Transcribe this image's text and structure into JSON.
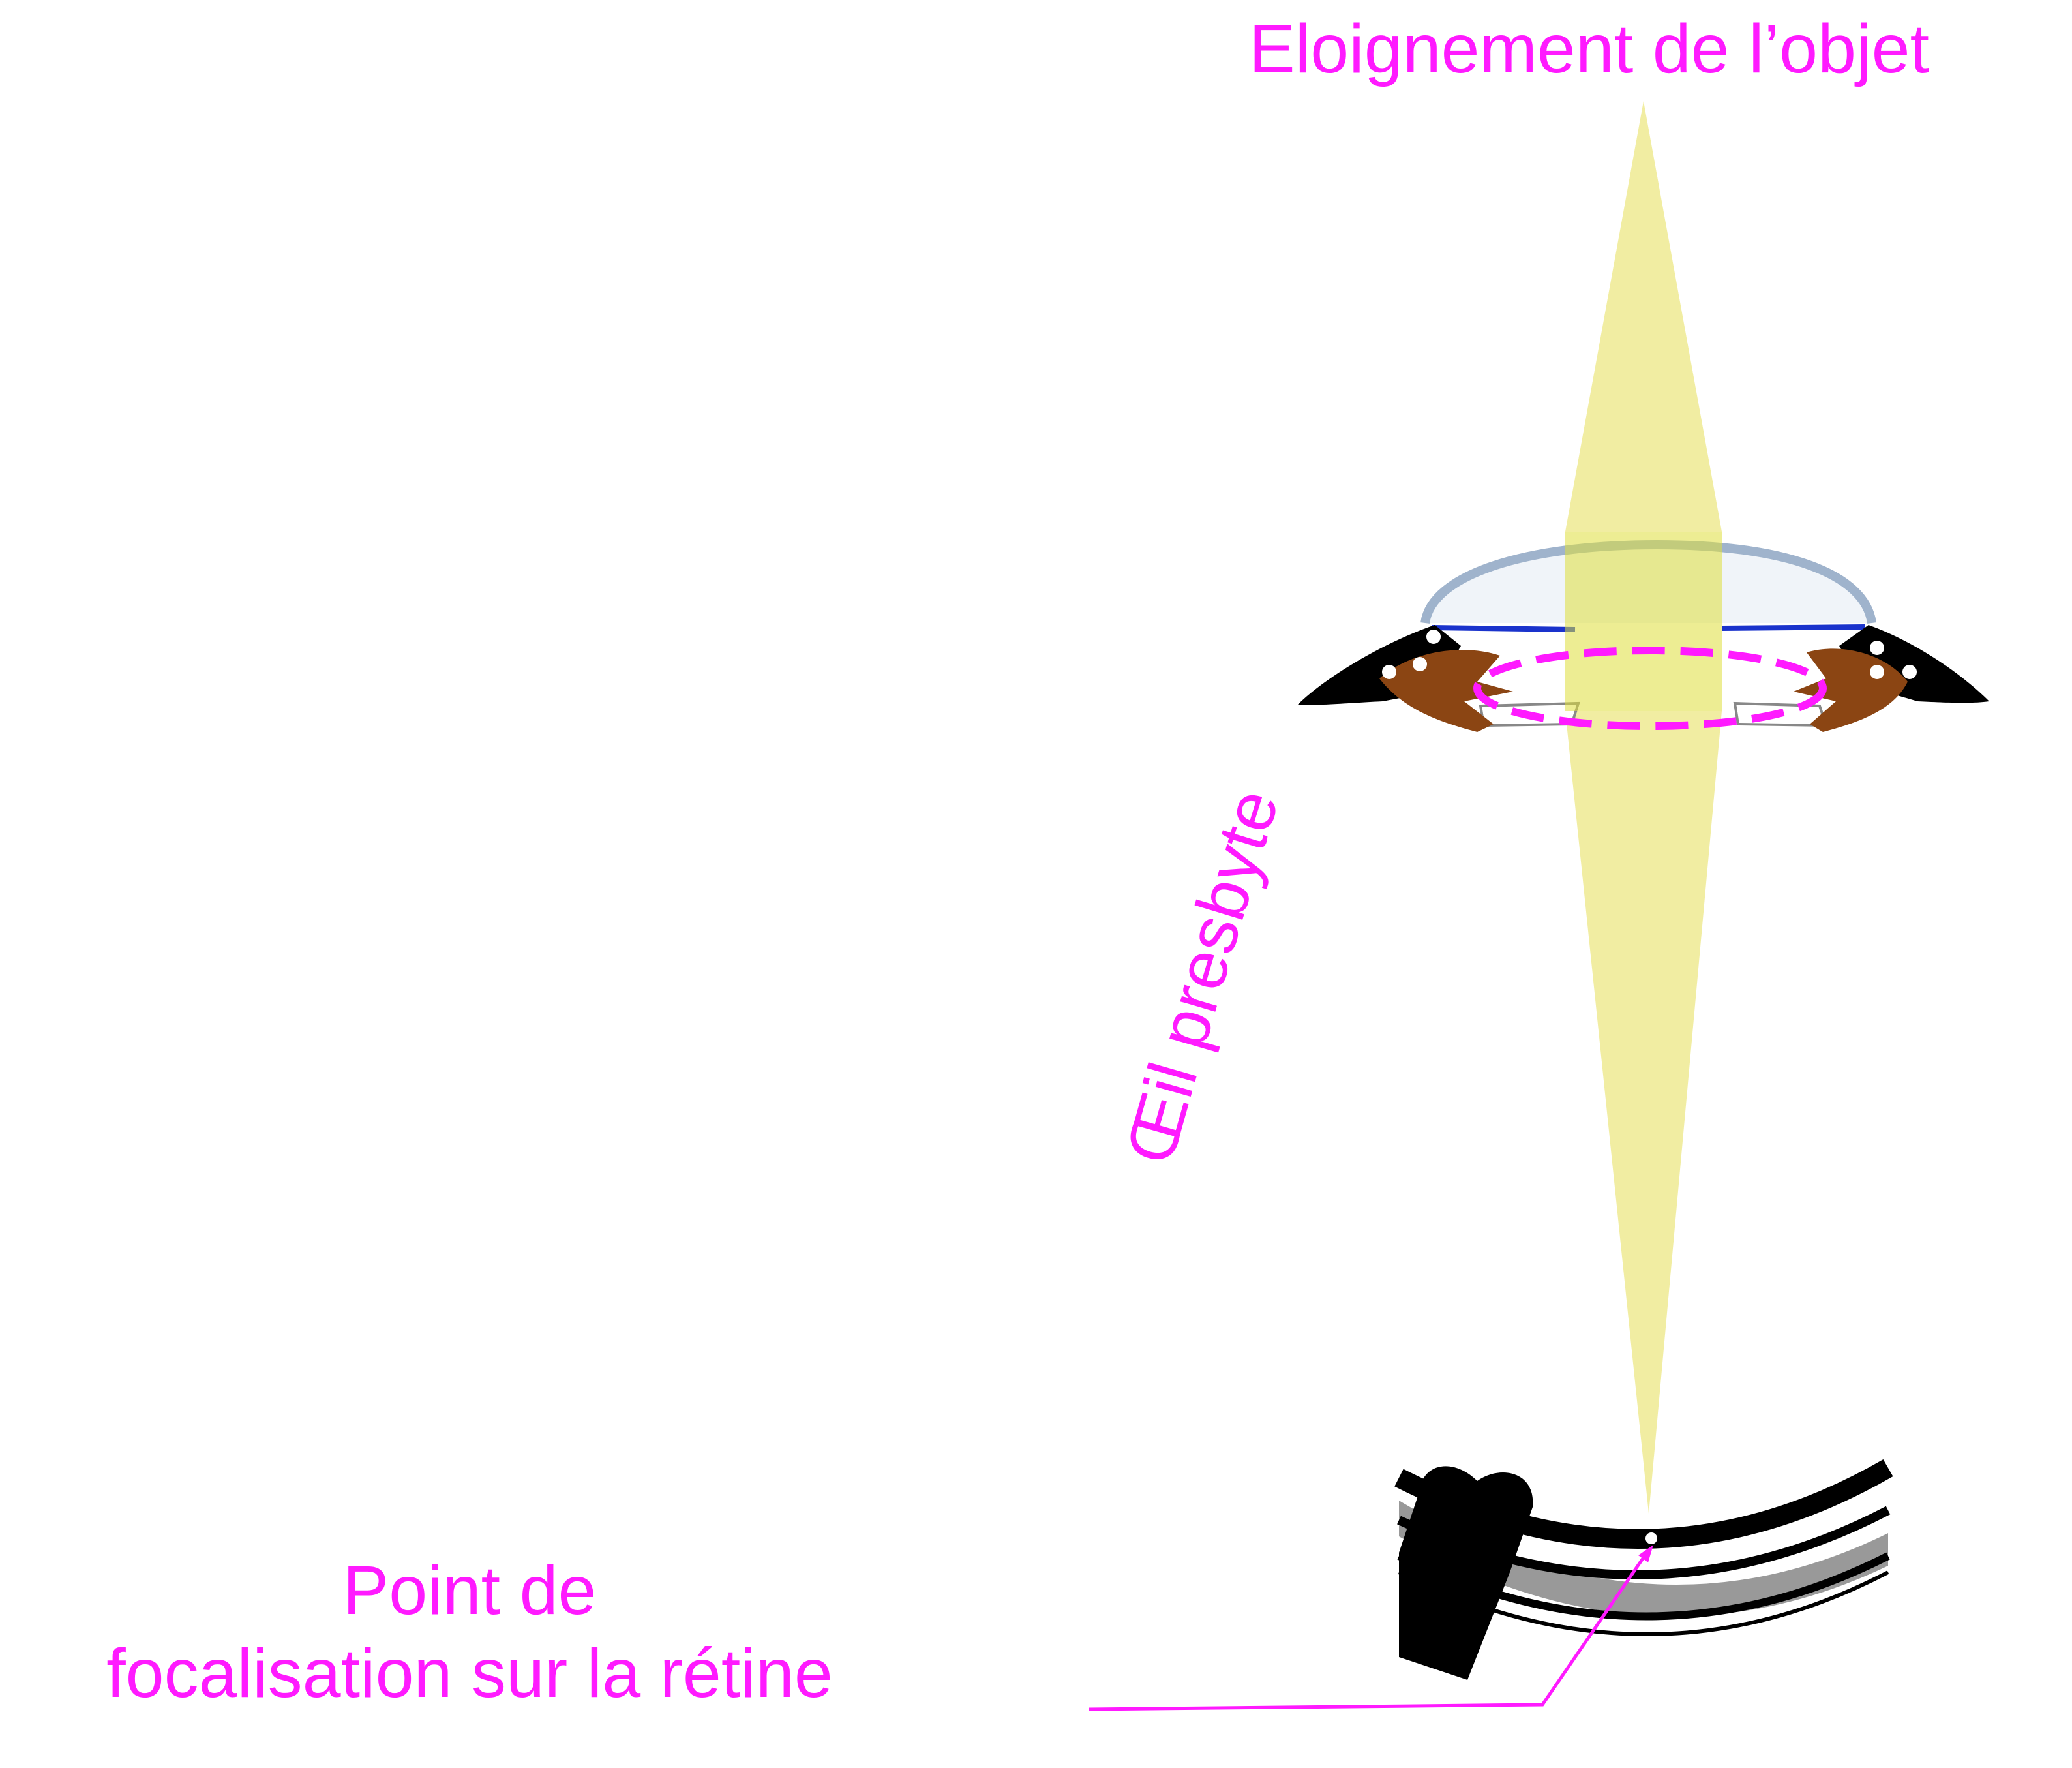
{
  "labels": {
    "title": "Eloignement de l’objet",
    "eye_label": "Œil presbyte",
    "caption_line1": "Point de",
    "caption_line2": "focalisation sur la rétine"
  },
  "colors": {
    "label": "#ff1aff",
    "beam": "#e6df55",
    "beam_band": "#dede3a",
    "iris": "#8b4513",
    "sclera": "#000000",
    "cornea_fill": "#dde6f2",
    "cornea_stroke": "#9fb3cc",
    "pupil_line": "#1a33cc",
    "retina_gray": "#999999"
  }
}
